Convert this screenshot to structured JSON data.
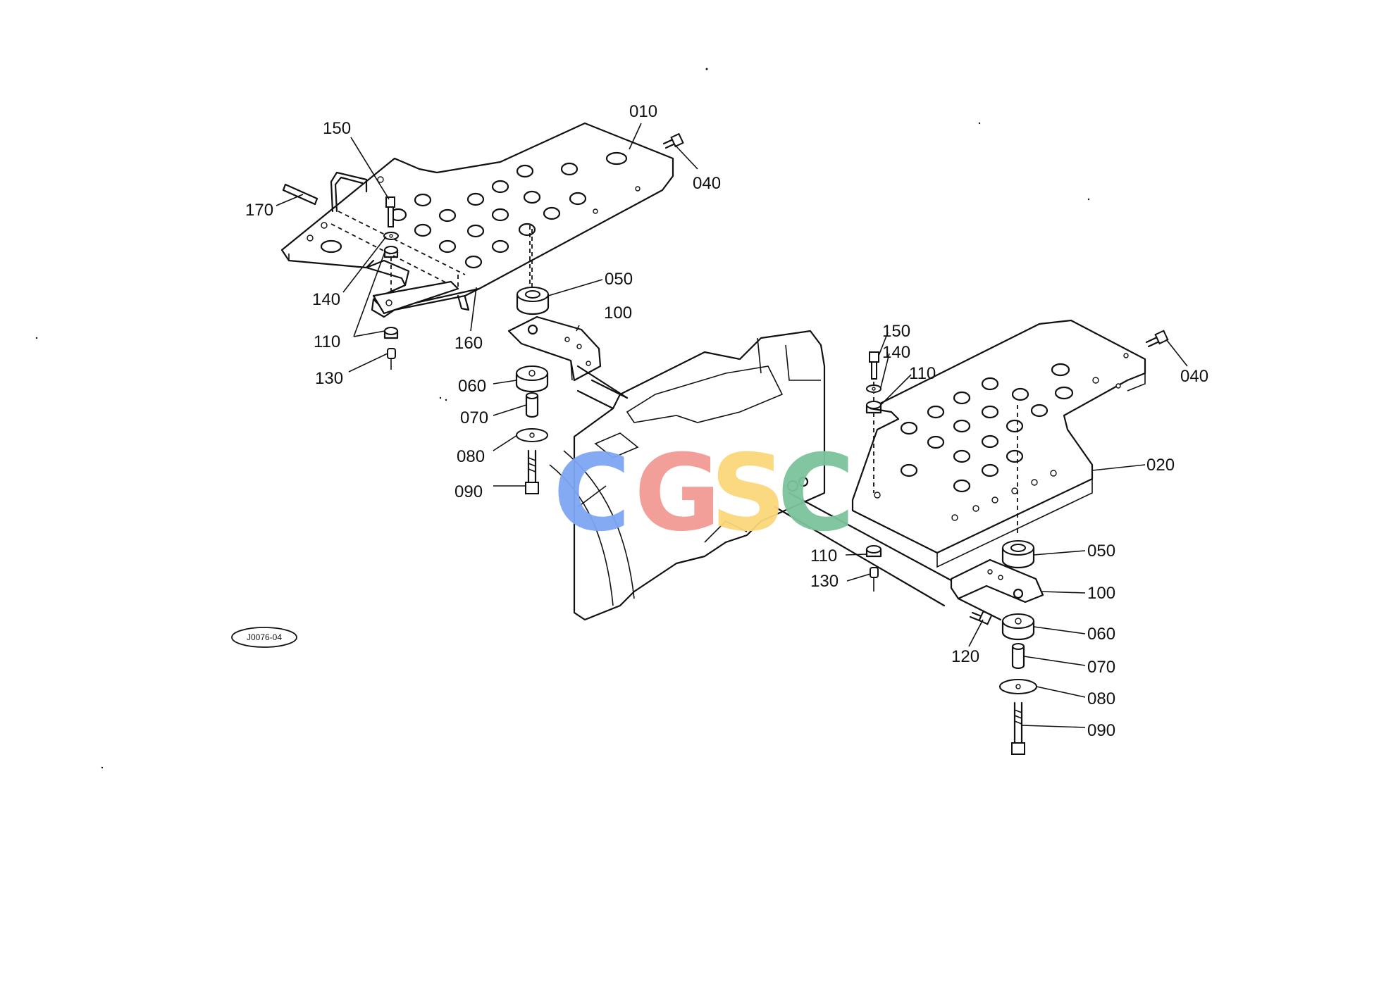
{
  "diagram_code": "J0076-04",
  "watermark": {
    "letters": [
      {
        "char": "C",
        "color": "#7ea6f4"
      },
      {
        "char": "G",
        "color": "#f29a94"
      },
      {
        "char": "S",
        "color": "#fbd87a"
      },
      {
        "char": "C",
        "color": "#7cc49c"
      }
    ]
  },
  "labels": {
    "l010": "010",
    "l040a": "040",
    "l150a": "150",
    "l170": "170",
    "l140a": "140",
    "l110a": "110",
    "l130a": "130",
    "l160": "160",
    "l050a": "050",
    "l100a": "100",
    "l060a": "060",
    "l070a": "070",
    "l080a": "080",
    "l090a": "090",
    "l150b": "150",
    "l140b": "140",
    "l110b": "110",
    "l040b": "040",
    "l020": "020",
    "l110c": "110",
    "l130b": "130",
    "l050b": "050",
    "l100b": "100",
    "l120": "120",
    "l060b": "060",
    "l070b": "070",
    "l080b": "080",
    "l090b": "090"
  }
}
